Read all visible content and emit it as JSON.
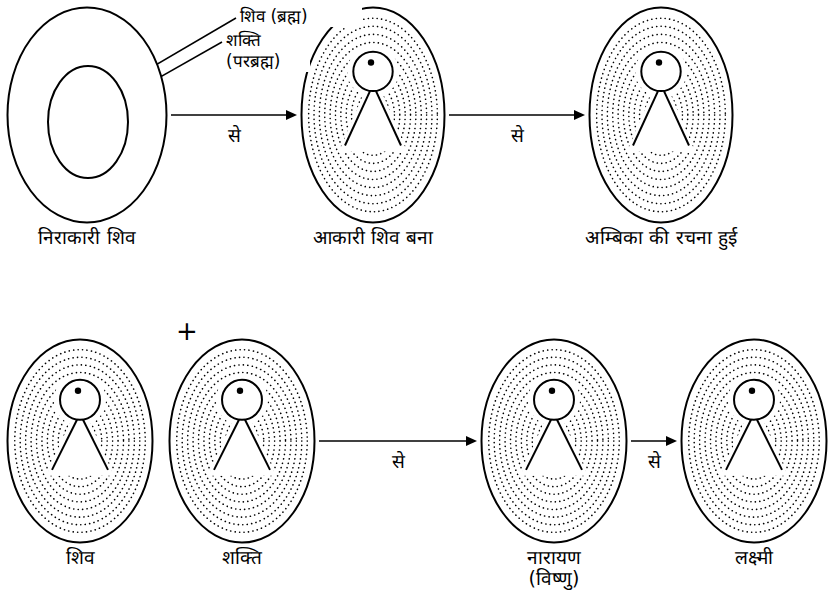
{
  "diagram": {
    "nodes": [
      {
        "text": [
          "निराकारी शिव"
        ]
      },
      {
        "text": [
          "आकारी शिव बना"
        ]
      },
      {
        "text": [
          "अम्बिका की रचना हुई"
        ]
      },
      {
        "text": [
          "शिव"
        ]
      },
      {
        "text": [
          "शक्ति"
        ]
      },
      {
        "text": [
          "नारायण (विष्णु)"
        ]
      },
      {
        "text": [
          "लक्ष्मी"
        ]
      }
    ],
    "edges": [
      {
        "from": 0,
        "to": 1,
        "label": "से",
        "arrow": "to"
      },
      {
        "from": 1,
        "to": 2,
        "label": "से",
        "arrow": "to"
      },
      {
        "from": 4,
        "to": 5,
        "label": "से",
        "arrow": "to"
      },
      {
        "from": 5,
        "to": 6,
        "label": "से",
        "arrow": "to"
      }
    ],
    "labels": [
      "शिव (ब्रह्म)",
      "शक्ति (परब्रह्म)",
      "+"
    ]
  }
}
